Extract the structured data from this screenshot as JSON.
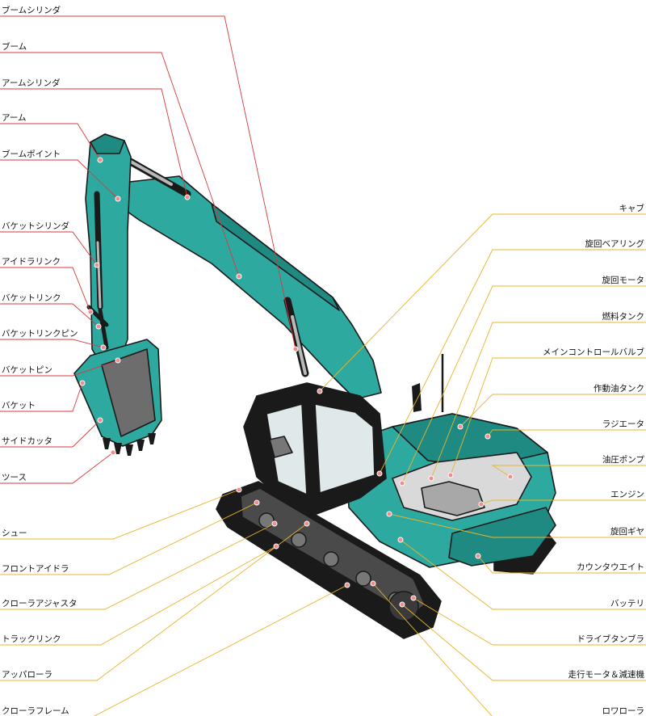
{
  "colors": {
    "body": "#2ea9a0",
    "body_dark": "#1f8a82",
    "black": "#1a1a1a",
    "steel": "#b9b9b9",
    "red_line": "#d83a3a",
    "yellow_line": "#e8b52a",
    "dot_fill": "#f28b8b"
  },
  "labels_red": [
    "ブームシリンダ",
    "ブーム",
    "アームシリンダ",
    "アーム",
    "ブームポイント",
    "バケットシリンダ",
    "アイドラリンク",
    "バケットリンク",
    "バケットリンクピン",
    "バケットピン",
    "バケット",
    "サイドカッタ",
    "ツース"
  ],
  "labels_left_yellow": [
    "シュー",
    "フロントアイドラ",
    "クローラアジャスタ",
    "トラックリンク",
    "アッパローラ",
    "クローラフレーム"
  ],
  "labels_right_yellow": [
    "キャブ",
    "旋回ベアリング",
    "旋回モータ",
    "燃料タンク",
    "メインコントロールバルブ",
    "作動油タンク",
    "ラジエータ",
    "油圧ポンプ",
    "エンジン",
    "旋回ギヤ",
    "カウンタウエイト",
    "バッテリ",
    "ドライブタンブラ",
    "走行モータ＆減速機",
    "ロワローラ"
  ]
}
